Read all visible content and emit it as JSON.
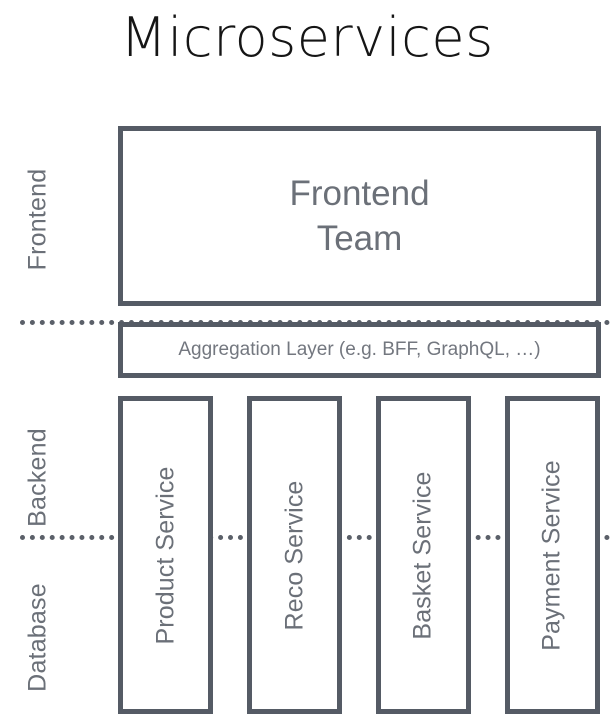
{
  "diagram": {
    "title": "Microservices",
    "colors": {
      "border": "#555b65",
      "text": "#6b7078",
      "title": "#151515",
      "background": "#ffffff",
      "divider": "#5b6069"
    },
    "lanes": [
      {
        "id": "frontend",
        "label": "Frontend"
      },
      {
        "id": "backend",
        "label": "Backend"
      },
      {
        "id": "database",
        "label": "Database"
      }
    ],
    "blocks": {
      "frontend_team": "Frontend\nTeam",
      "aggregation_layer": "Aggregation Layer (e.g. BFF, GraphQL, …)"
    },
    "services": [
      {
        "label": "Product Service"
      },
      {
        "label": "Reco Service"
      },
      {
        "label": "Basket Service"
      },
      {
        "label": "Payment Service"
      }
    ]
  }
}
